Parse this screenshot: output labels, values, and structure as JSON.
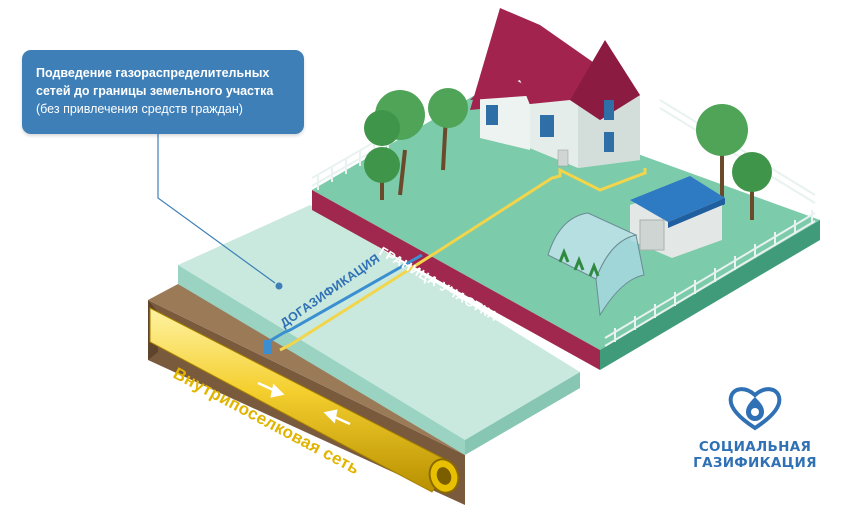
{
  "callout": {
    "line1": "Подведение газораспределительных",
    "line2": "сетей до границы земельного участка",
    "line3": "(без привлечения средств граждан)"
  },
  "labels": {
    "dogazifikaciya": "ДОГАЗИФИКАЦИЯ",
    "granica": "ГРАНИЦА УЧАСТКА",
    "network": "Внутрипоселковая сеть"
  },
  "logo": {
    "line1": "СОЦИАЛЬНАЯ",
    "line2": "ГАЗИФИКАЦИЯ"
  },
  "colors": {
    "callout": "#3e7fb8",
    "lawn": "#7ccbab",
    "roof": "#a3234f",
    "gas_pipe": "#f2d54a",
    "service_pipe": "#3b8fd0",
    "logo": "#2f71b4"
  }
}
